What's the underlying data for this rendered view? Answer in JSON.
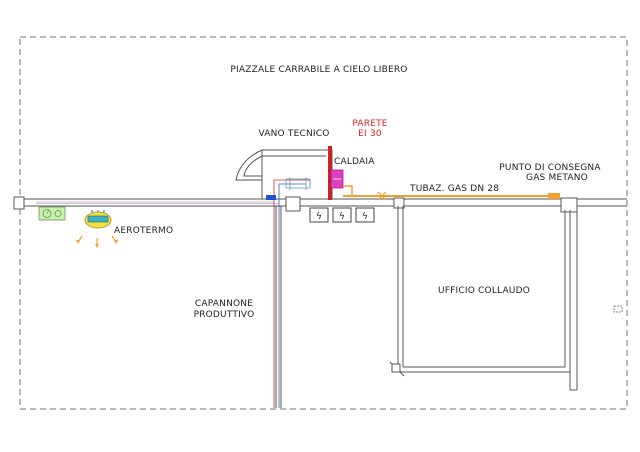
{
  "labels": {
    "piazzale": "PIAZZALE CARRABILE A CIELO LIBERO",
    "vano_tecnico": "VANO TECNICO",
    "parete_line1": "PARETE",
    "parete_line2": "EI 30",
    "caldaia": "CALDAIA",
    "punto_line1": "PUNTO DI CONSEGNA",
    "punto_line2": "GAS METANO",
    "tubaz": "TUBAZ. GAS DN 28",
    "aerotermo": "AEROTERMO",
    "capannone_line1": "CAPANNONE",
    "capannone_line2": "PRODUTTIVO",
    "ufficio": "UFFICIO COLLAUDO"
  },
  "colors": {
    "wall": "#555555",
    "gas_pipe": "#f0a030",
    "hot_pipe": "#d03030",
    "cold_pipe": "#3060c0",
    "fire_wall": "#cc2222",
    "boiler": "#e040c0",
    "label_red": "#dd2222"
  }
}
